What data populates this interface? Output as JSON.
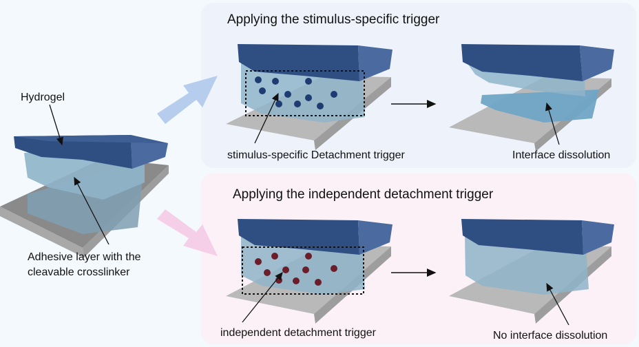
{
  "top_panel": {
    "title": "Applying the stimulus-specific trigger"
  },
  "bottom_panel": {
    "title": "Applying the independent detachment trigger"
  },
  "labels": {
    "hydrogel": "Hydrogel",
    "adhesive_line1": "Adhesive layer with the",
    "adhesive_line2": "cleavable crosslinker",
    "stimulus_trigger": "stimulus-specific Detachment trigger",
    "interface_dissolution": "Interface dissolution",
    "independent_trigger": "independent detachment trigger",
    "no_interface_dissolution": "No interface dissolution"
  },
  "colors": {
    "top_arrow": "#b7cdee",
    "bottom_arrow": "#f5cfe8",
    "hydrogel": "#2f4f82",
    "adhesive": "#8fb4c9",
    "substrate": "#b9b9b9",
    "shadow": "#8a8a8a",
    "blue_particle": "#1f3c72",
    "red_particle": "#6b1d2a"
  }
}
